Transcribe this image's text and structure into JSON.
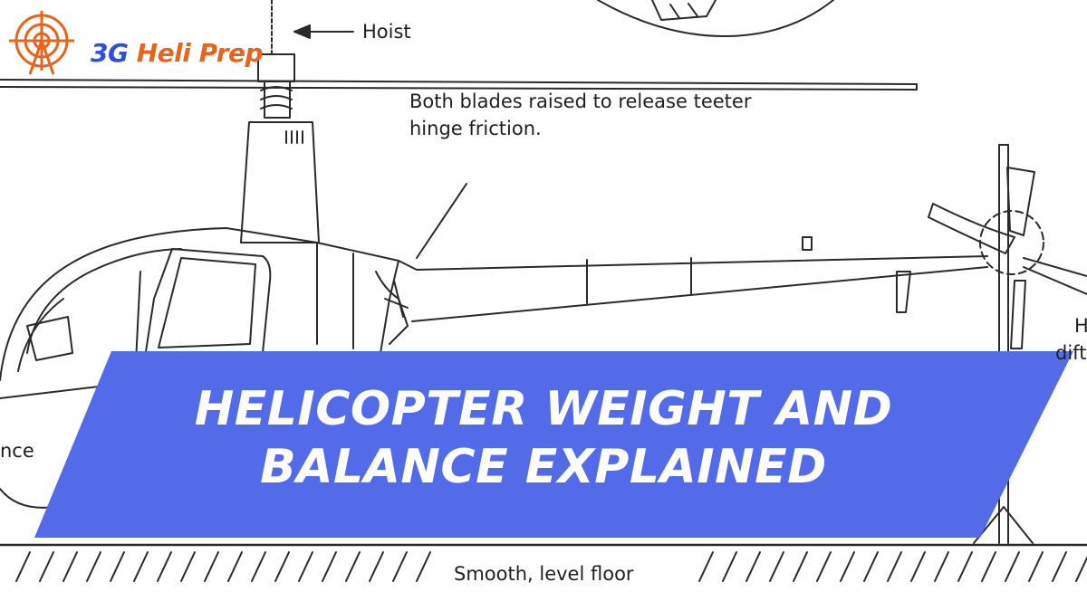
{
  "brand": {
    "name_prefix": "3G",
    "name_rest": " Heli Prep",
    "orange": "#E8641C",
    "blue": "#2F4FD6",
    "icon": "radar-helicopter-icon"
  },
  "diagram": {
    "labels": {
      "hoist": "Hoist",
      "blades_line1": "Both blades raised to release teeter",
      "blades_line2": "hinge friction.",
      "floor": "Smooth, level floor",
      "left_partial": "nce",
      "right_partial_1": "H",
      "right_partial_2": "dift"
    }
  },
  "banner": {
    "line1": "HELICOPTER WEIGHT AND",
    "line2": "BALANCE EXPLAINED",
    "color": "#536BE8"
  }
}
